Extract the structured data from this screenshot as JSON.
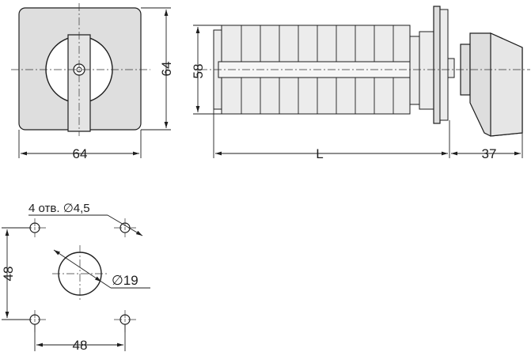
{
  "drawing": {
    "front_view": {
      "width_dim": "64",
      "height_dim": "64"
    },
    "side_view": {
      "body_height_dim": "58",
      "length_dim": "L",
      "knob_depth_dim": "37"
    },
    "mounting": {
      "holes_note": "4 отв. ∅4,5",
      "center_hole_dim": "∅19",
      "vertical_spacing_dim": "48",
      "horizontal_spacing_dim": "48"
    }
  }
}
